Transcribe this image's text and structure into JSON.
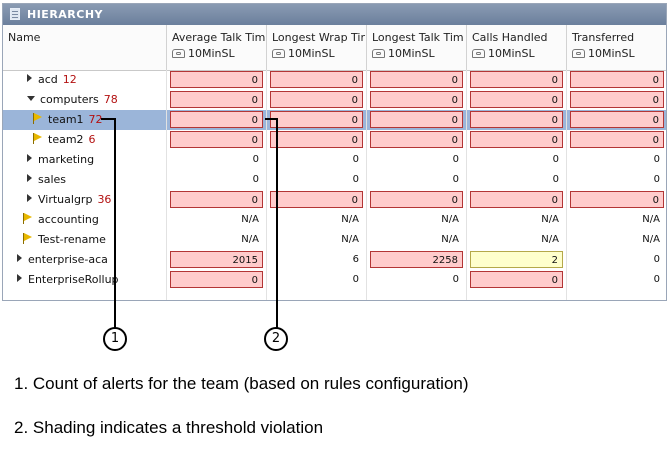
{
  "panel_title": "HIERARCHY",
  "columns": [
    {
      "title": "Name",
      "subtitle": ""
    },
    {
      "title": "Average Talk Tim",
      "subtitle": "10MinSL"
    },
    {
      "title": "Longest Wrap Tir",
      "subtitle": "10MinSL"
    },
    {
      "title": "Longest Talk Tim",
      "subtitle": "10MinSL"
    },
    {
      "title": "Calls Handled",
      "subtitle": "10MinSL"
    },
    {
      "title": "Transferred",
      "subtitle": "10MinSL"
    }
  ],
  "rows": [
    {
      "name": "acd",
      "alert": "12",
      "icon": "arrow-right",
      "indent": 1,
      "selected": false,
      "cells": [
        {
          "v": "0",
          "s": "red"
        },
        {
          "v": "0",
          "s": "red"
        },
        {
          "v": "0",
          "s": "red"
        },
        {
          "v": "0",
          "s": "red"
        },
        {
          "v": "0",
          "s": "red"
        }
      ]
    },
    {
      "name": "computers",
      "alert": "78",
      "icon": "arrow-down",
      "indent": 1,
      "selected": false,
      "cells": [
        {
          "v": "0",
          "s": "red"
        },
        {
          "v": "0",
          "s": "red"
        },
        {
          "v": "0",
          "s": "red"
        },
        {
          "v": "0",
          "s": "red"
        },
        {
          "v": "0",
          "s": "red"
        }
      ]
    },
    {
      "name": "team1",
      "alert": "72",
      "icon": "flag",
      "indent": 2,
      "selected": true,
      "cells": [
        {
          "v": "0",
          "s": "red"
        },
        {
          "v": "0",
          "s": "red"
        },
        {
          "v": "0",
          "s": "red"
        },
        {
          "v": "0",
          "s": "red"
        },
        {
          "v": "0",
          "s": "red"
        }
      ]
    },
    {
      "name": "team2",
      "alert": "6",
      "icon": "flag",
      "indent": 2,
      "selected": false,
      "cells": [
        {
          "v": "0",
          "s": "red"
        },
        {
          "v": "0",
          "s": "red"
        },
        {
          "v": "0",
          "s": "red"
        },
        {
          "v": "0",
          "s": "red"
        },
        {
          "v": "0",
          "s": "red"
        }
      ]
    },
    {
      "name": "marketing",
      "alert": "",
      "icon": "arrow-right",
      "indent": 1,
      "selected": false,
      "cells": [
        {
          "v": "0",
          "s": ""
        },
        {
          "v": "0",
          "s": ""
        },
        {
          "v": "0",
          "s": ""
        },
        {
          "v": "0",
          "s": ""
        },
        {
          "v": "0",
          "s": ""
        }
      ]
    },
    {
      "name": "sales",
      "alert": "",
      "icon": "arrow-right",
      "indent": 1,
      "selected": false,
      "cells": [
        {
          "v": "0",
          "s": ""
        },
        {
          "v": "0",
          "s": ""
        },
        {
          "v": "0",
          "s": ""
        },
        {
          "v": "0",
          "s": ""
        },
        {
          "v": "0",
          "s": ""
        }
      ]
    },
    {
      "name": "Virtualgrp",
      "alert": "36",
      "icon": "arrow-right",
      "indent": 1,
      "selected": false,
      "cells": [
        {
          "v": "0",
          "s": "red"
        },
        {
          "v": "0",
          "s": "red"
        },
        {
          "v": "0",
          "s": "red"
        },
        {
          "v": "0",
          "s": "red"
        },
        {
          "v": "0",
          "s": "red"
        }
      ]
    },
    {
      "name": "accounting",
      "alert": "",
      "icon": "flag",
      "indent": 1,
      "selected": false,
      "cells": [
        {
          "v": "N/A",
          "s": ""
        },
        {
          "v": "N/A",
          "s": ""
        },
        {
          "v": "N/A",
          "s": ""
        },
        {
          "v": "N/A",
          "s": ""
        },
        {
          "v": "N/A",
          "s": ""
        }
      ]
    },
    {
      "name": "Test-rename",
      "alert": "",
      "icon": "flag",
      "indent": 1,
      "selected": false,
      "cells": [
        {
          "v": "N/A",
          "s": ""
        },
        {
          "v": "N/A",
          "s": ""
        },
        {
          "v": "N/A",
          "s": ""
        },
        {
          "v": "N/A",
          "s": ""
        },
        {
          "v": "N/A",
          "s": ""
        }
      ]
    },
    {
      "name": "enterprise-aca",
      "alert": "",
      "icon": "arrow-right",
      "indent": 0,
      "selected": false,
      "cells": [
        {
          "v": "2015",
          "s": "red"
        },
        {
          "v": "6",
          "s": ""
        },
        {
          "v": "2258",
          "s": "red"
        },
        {
          "v": "2",
          "s": "yellow"
        },
        {
          "v": "0",
          "s": ""
        }
      ]
    },
    {
      "name": "EnterpriseRollup",
      "alert": "",
      "icon": "arrow-right",
      "indent": 0,
      "selected": false,
      "cells": [
        {
          "v": "0",
          "s": "red"
        },
        {
          "v": "0",
          "s": ""
        },
        {
          "v": "0",
          "s": ""
        },
        {
          "v": "0",
          "s": "red"
        },
        {
          "v": "0",
          "s": ""
        }
      ]
    }
  ],
  "callouts": [
    {
      "number": "1",
      "text": "1. Count of alerts for the team (based on rules configuration)"
    },
    {
      "number": "2",
      "text": "2. Shading indicates a threshold violation"
    }
  ],
  "colors": {
    "alert_count": "#b31111",
    "selection": "#9bb5d9",
    "violation_fill": "#ffcccc",
    "violation_border": "#b33636",
    "warning_fill": "#ffffcc"
  }
}
